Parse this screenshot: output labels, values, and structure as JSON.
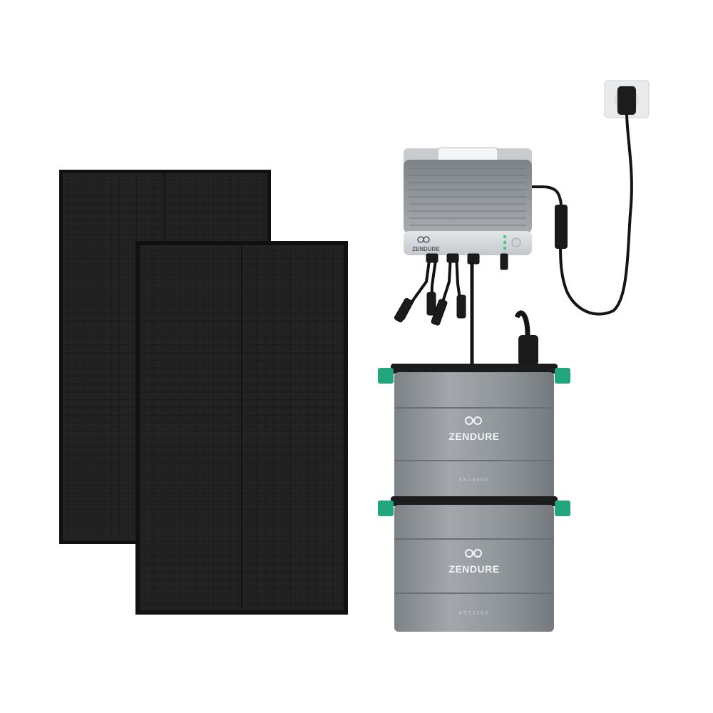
{
  "scene": {
    "background": "#ffffff",
    "items": [
      "solar-panel",
      "solar-panel",
      "smart-inverter-hub",
      "power-plug-with-cable",
      "battery-module",
      "battery-module"
    ]
  },
  "hub": {
    "brand": "ZENDURE"
  },
  "batteries": [
    {
      "brand": "ZENDURE",
      "model": "AB2000X"
    },
    {
      "brand": "ZENDURE",
      "model": "AB2000X"
    }
  ],
  "colors": {
    "panel": "#1a1a1a",
    "battery_body": "#8d9296",
    "battery_clip": "#23a57e",
    "hub_body": "#9a9ea2",
    "cable": "#111111"
  }
}
